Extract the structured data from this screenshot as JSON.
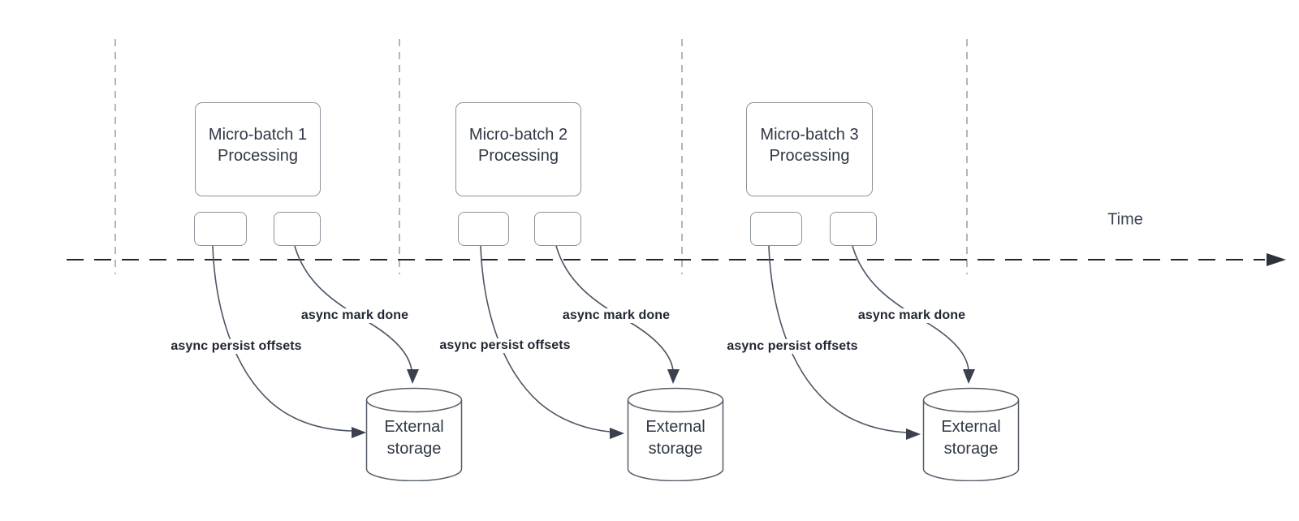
{
  "diagram": {
    "timeline": {
      "label": "Time"
    },
    "batches": [
      {
        "box_line1": "Micro-batch 1",
        "box_line2": "Processing",
        "persist_label": "async persist offsets",
        "done_label": "async mark done",
        "storage_line1": "External",
        "storage_line2": "storage"
      },
      {
        "box_line1": "Micro-batch 2",
        "box_line2": "Processing",
        "persist_label": "async persist offsets",
        "done_label": "async mark done",
        "storage_line1": "External",
        "storage_line2": "storage"
      },
      {
        "box_line1": "Micro-batch 3",
        "box_line2": "Processing",
        "persist_label": "async persist offsets",
        "done_label": "async mark done",
        "storage_line1": "External",
        "storage_line2": "storage"
      }
    ],
    "colors": {
      "shape_border": "#8c939b",
      "guide_line": "#b5b5b5",
      "timeline_line": "#23272f",
      "arrow_curve": "#4b5563",
      "arrow_head": "#3a414d",
      "text": "#303845",
      "label_text": "#222733"
    }
  }
}
